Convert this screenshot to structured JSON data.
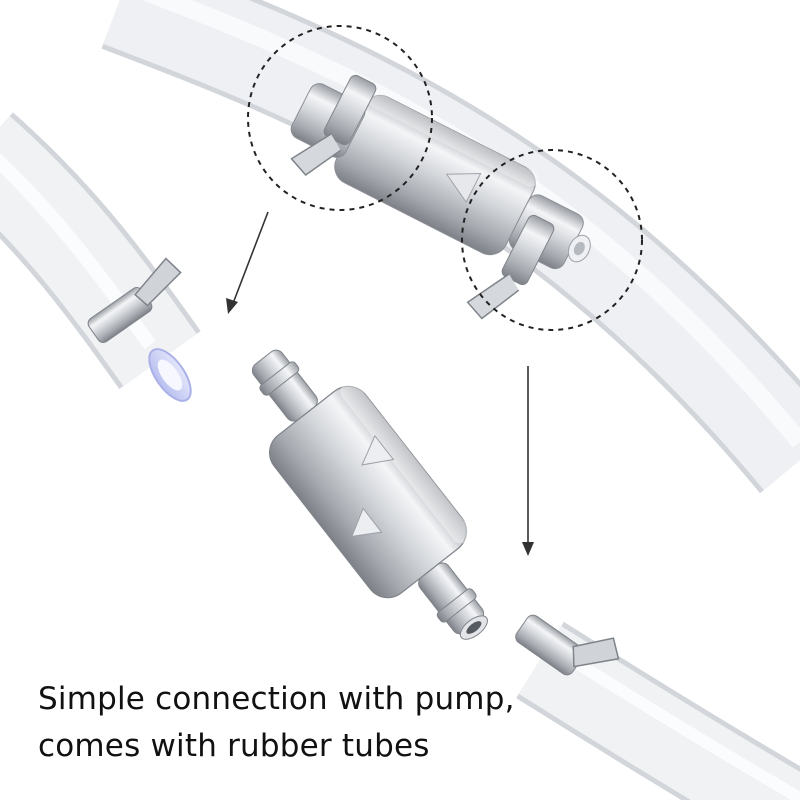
{
  "caption": {
    "line1": "Simple connection with pump,",
    "line2": "comes with rubber tubes"
  },
  "photo": {
    "subjects": [
      "inline-check-valve",
      "hose-clamp",
      "clear-tube"
    ],
    "colors": {
      "background": "#ffffff",
      "tube": "#eceef1",
      "tube_edge": "#d3d7dc",
      "metal_light": "#f1f2f4",
      "metal_mid": "#c3c6cb",
      "metal_dark": "#8a8e94",
      "dashed_circle": "#222222",
      "arrow": "#333333"
    },
    "icons": [
      "flow-direction-arrow-mark",
      "callout-arrow-icon"
    ]
  }
}
